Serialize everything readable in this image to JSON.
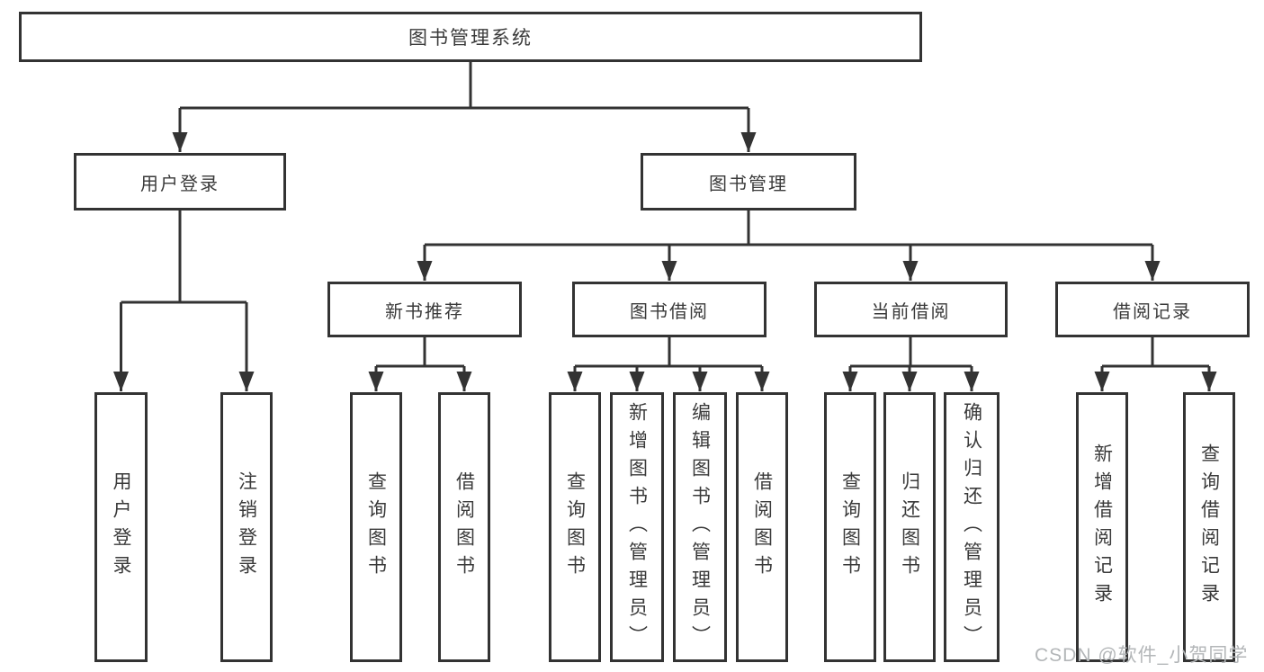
{
  "watermark": "CSDN @软件_小贺同学",
  "colors": {
    "line": "#333333",
    "text": "#3a3a3a",
    "watermark": "#b3b6b8",
    "background": "#ffffff"
  },
  "tree": {
    "root": {
      "label": "图书管理系统"
    },
    "branches": [
      {
        "label": "用户登录",
        "children": [
          {
            "label": "用户登录"
          },
          {
            "label": "注销登录"
          }
        ]
      },
      {
        "label": "图书管理",
        "groups": [
          {
            "label": "新书推荐",
            "children": [
              {
                "label": "查询图书"
              },
              {
                "label": "借阅图书"
              }
            ]
          },
          {
            "label": "图书借阅",
            "children": [
              {
                "label": "查询图书"
              },
              {
                "label": "新增图书（管理员）"
              },
              {
                "label": "编辑图书（管理员）"
              },
              {
                "label": "借阅图书"
              }
            ]
          },
          {
            "label": "当前借阅",
            "children": [
              {
                "label": "查询图书"
              },
              {
                "label": "归还图书"
              },
              {
                "label": "确认归还（管理员）"
              }
            ]
          },
          {
            "label": "借阅记录",
            "children": [
              {
                "label": "新增借阅记录"
              },
              {
                "label": "查询借阅记录"
              }
            ]
          }
        ]
      }
    ]
  }
}
